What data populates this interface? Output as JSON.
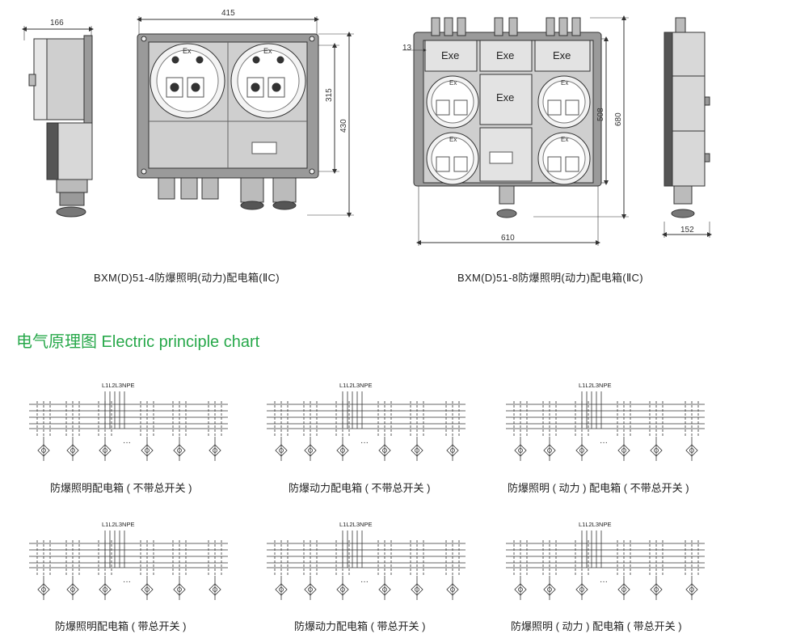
{
  "drawings": {
    "left_assembly": {
      "caption": "BXM(D)51-4防爆照明(动力)配电箱(ⅡC)",
      "dims": {
        "side_width": "166",
        "front_width": "415",
        "height_inner": "315",
        "height_outer": "430"
      },
      "ex_mark": "Ex"
    },
    "right_assembly": {
      "caption": "BXM(D)51-8防爆照明(动力)配电箱(ⅡC)",
      "dims": {
        "offset": "13",
        "width": "610",
        "height_inner": "508",
        "height_outer": "680",
        "side_depth": "152"
      },
      "exe_labels": [
        "Exe",
        "Exe",
        "Exe",
        "Exe"
      ],
      "ex_mark": "Ex"
    }
  },
  "section": {
    "title": "电气原理图 Electric principle chart"
  },
  "schematics": [
    {
      "bus": "L1L2L3NPE",
      "dots": "···",
      "label": "防爆照明配电箱 ( 不带总开关 )"
    },
    {
      "bus": "L1L2L3NPE",
      "dots": "···",
      "label": "防爆动力配电箱 ( 不带总开关 )"
    },
    {
      "bus": "L1L2L3NPE",
      "dots": "···",
      "label": "防爆照明 ( 动力 ) 配电箱 ( 不带总开关 )"
    },
    {
      "bus": "L1L2L3NPE",
      "dots": "···",
      "label": "防爆照明配电箱 ( 带总开关 )"
    },
    {
      "bus": "L1L2L3NPE",
      "dots": "···",
      "label": "防爆动力配电箱 ( 带总开关 )"
    },
    {
      "bus": "L1L2L3NPE",
      "dots": "···",
      "label": "防爆照明 ( 动力 ) 配电箱 ( 带总开关 )"
    }
  ],
  "colors": {
    "accent_green": "#27a84a",
    "line": "#333333",
    "body_gray": "#8e8e8e"
  }
}
